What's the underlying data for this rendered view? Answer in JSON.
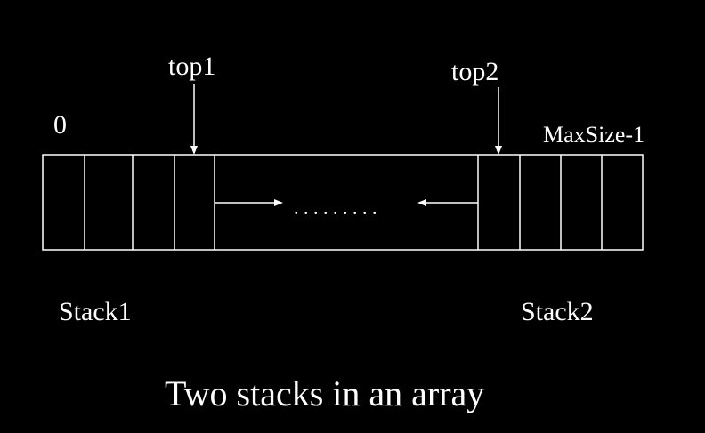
{
  "labels": {
    "index_start": "0",
    "index_end": "MaxSize-1",
    "top1": "top1",
    "top2": "top2",
    "stack1": "Stack1",
    "stack2": "Stack2",
    "ellipsis": ". . . . . . . . .",
    "caption": "Two stacks in an array"
  },
  "colors": {
    "background": "#000000",
    "foreground": "#ffffff"
  }
}
